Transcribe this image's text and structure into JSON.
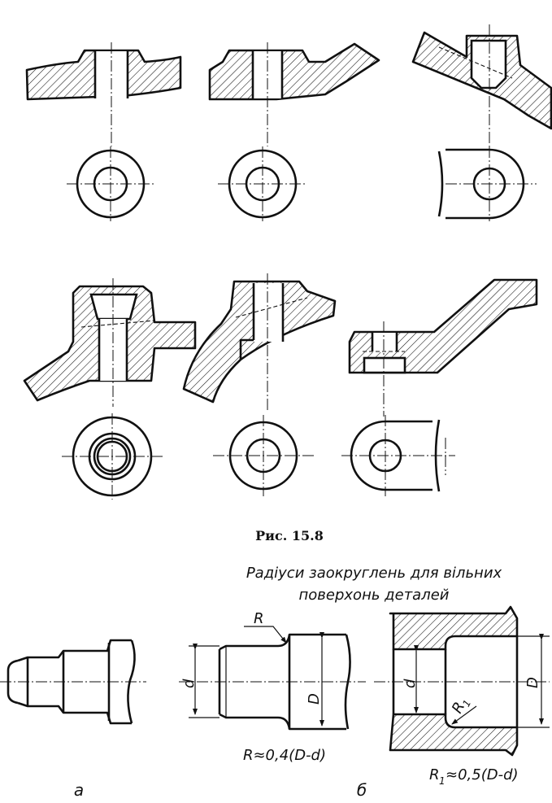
{
  "figure": {
    "caption": "Рис. 15.8"
  },
  "fillets": {
    "title_line1": "Радіуси заокруглень для вільних",
    "title_line2": "поверхонь деталей",
    "label_a": "а",
    "label_b": "б",
    "dim_R": "R",
    "dim_R1": "R",
    "dim_R1_sub": "1",
    "dim_d_shaft": "d",
    "dim_D_shaft": "D",
    "dim_d_bore": "d",
    "dim_D_bore": "D",
    "formula_R": "R≈0,4(D-d)",
    "formula_R1_prefix": "R",
    "formula_R1_sub": "1",
    "formula_R1_rest": "≈0,5(D-d)"
  }
}
